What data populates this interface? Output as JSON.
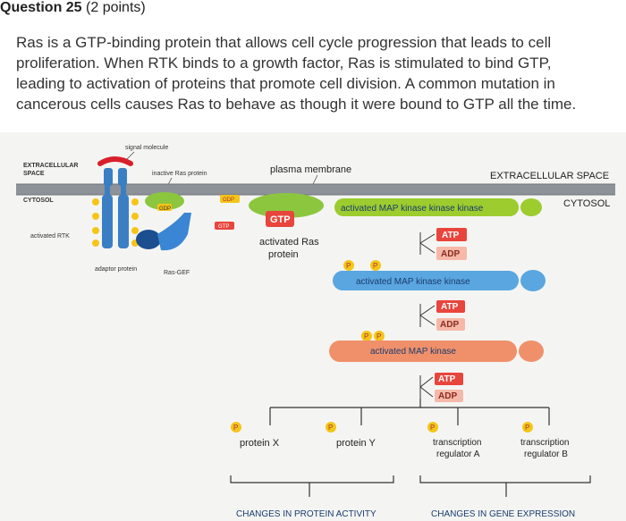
{
  "question": {
    "number_label": "Question 25",
    "points_label": "(2 points)",
    "lines": [
      "Ras is a GTP-binding protein that allows cell cycle progression that leads to cell",
      "proliferation. When RTK binds to a growth factor, Ras is stimulated to bind GTP,",
      "leading to activation of proteins that promote cell division. A common mutation in",
      "cancerous cells causes Ras to behave as though it were bound to GTP all the time."
    ]
  },
  "diagram": {
    "signal_molecule": "signal molecule",
    "extracellular_left_1": "EXTRACELLULAR",
    "extracellular_left_2": "SPACE",
    "inactive_ras": "inactive Ras protein",
    "plasma_membrane": "plasma membrane",
    "extracellular_right": "EXTRACELLULAR SPACE",
    "cytosol_left": "CYTOSOL",
    "cytosol_right": "CYTOSOL",
    "gdp": "GDP",
    "gtp": "GTP",
    "activated_rtk": "activated RTK",
    "adaptor_protein": "adaptor protein",
    "ras_gef": "Ras-GEF",
    "mapkkk": "activated MAP kinase kinase kinase",
    "activated_ras_1": "activated Ras",
    "activated_ras_2": "protein",
    "atp": "ATP",
    "adp": "ADP",
    "p": "P",
    "mapkk": "activated MAP kinase kinase",
    "mapk": "activated MAP kinase",
    "protein_x": "protein X",
    "protein_y": "protein Y",
    "tr_a_1": "transcription",
    "tr_a_2": "regulator A",
    "tr_b_1": "transcription",
    "tr_b_2": "regulator B",
    "changes_protein": "CHANGES IN PROTEIN ACTIVITY",
    "changes_gene": "CHANGES IN GENE EXPRESSION"
  },
  "colors": {
    "membrane": "#8d9298",
    "ras_green": "#8cc63f",
    "mapkkk_green": "#9ccc2e",
    "mapkk_blue": "#5aa6e0",
    "mapk_orange": "#f0906a",
    "atp_red": "#e8453c",
    "phosphate_yellow": "#f5c518",
    "receptor_blue": "#3a7fc4",
    "signal_red": "#d8202b",
    "text_blue": "#1a3c6e"
  }
}
